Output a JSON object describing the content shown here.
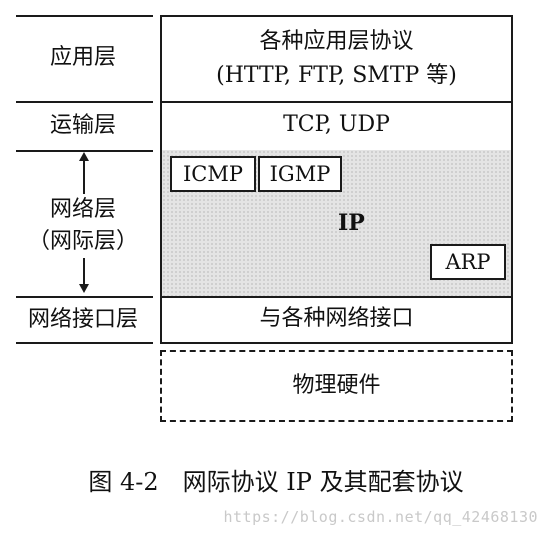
{
  "layers": {
    "application": {
      "left_label": "应用层",
      "right_line1": "各种应用层协议",
      "right_line2": "(HTTP, FTP, SMTP 等)"
    },
    "transport": {
      "left_label": "运输层",
      "right_text": "TCP, UDP"
    },
    "network": {
      "left_label_line1": "网络层",
      "left_label_line2": "（网际层）",
      "center_label": "IP",
      "icmp": "ICMP",
      "igmp": "IGMP",
      "arp": "ARP"
    },
    "interface": {
      "left_label": "网络接口层",
      "right_text": "与各种网络接口"
    },
    "hardware": {
      "right_text": "物理硬件"
    }
  },
  "caption": "图 4-2　网际协议 IP 及其配套协议",
  "watermark": "https://blog.csdn.net/qq_42468130"
}
